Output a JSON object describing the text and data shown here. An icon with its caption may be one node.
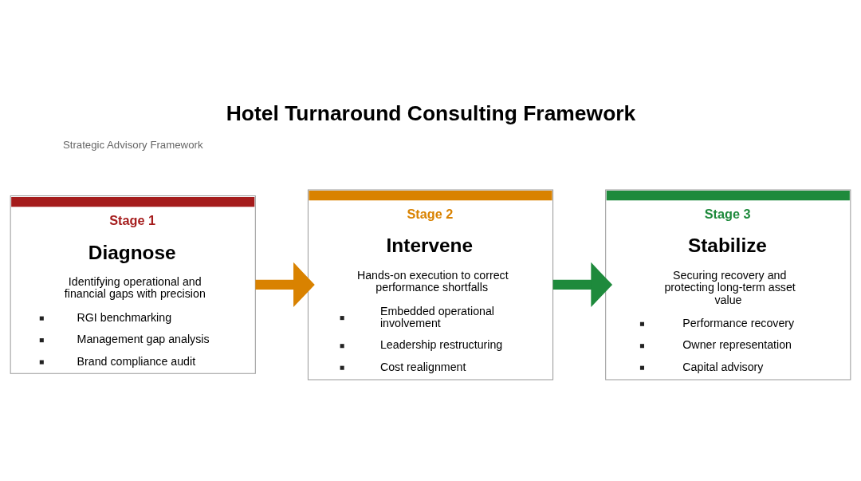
{
  "diagram": {
    "title": "Hotel Turnaround Consulting Framework",
    "nodes": [
      {
        "text": [
          "Stage 1",
          "Diagnose",
          "Identifying operational and financial gaps with precision",
          "RGI benchmarking",
          "Management gap analysis",
          "Brand compliance audit"
        ]
      },
      {
        "text": [
          "Stage 2",
          "Intervene",
          "Hands-on execution to correct performance shortfalls",
          "Embedded operational involvement",
          "Leadership restructuring",
          "Cost realignment"
        ]
      },
      {
        "text": [
          "Stage 3",
          "Stabilize",
          "Securing recovery and protecting long-term asset value",
          "Performance recovery",
          "Owner representation",
          "Capital advisory"
        ]
      }
    ],
    "edges": [
      {
        "from": 0,
        "to": 1,
        "arrow": "to",
        "color": "#d98200"
      },
      {
        "from": 1,
        "to": 2,
        "arrow": "to",
        "color": "#1e8a3c"
      }
    ],
    "labels": [
      "Strategic Advisory Framework"
    ]
  }
}
